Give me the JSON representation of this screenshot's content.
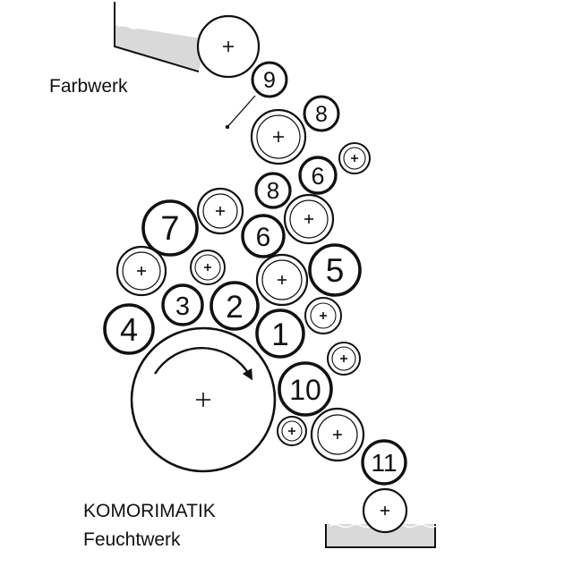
{
  "labels": {
    "farbwerk": "Farbwerk",
    "komorimatik": "KOMORIMATIK",
    "feuchtwerk": "Feuchtwerk"
  },
  "rollers": {
    "r9": "9",
    "r8a": "8",
    "r6a": "6",
    "r8b": "8",
    "r7": "7",
    "r6b": "6",
    "r5": "5",
    "r3": "3",
    "r2": "2",
    "r4": "4",
    "r1": "1",
    "r10": "10",
    "r11": "11"
  },
  "colors": {
    "ink": "#111111",
    "fountain_fill": "#d9d9d9"
  },
  "icons": {
    "axis": "plus-axis-icon",
    "rotation": "rotation-arrow-icon"
  }
}
